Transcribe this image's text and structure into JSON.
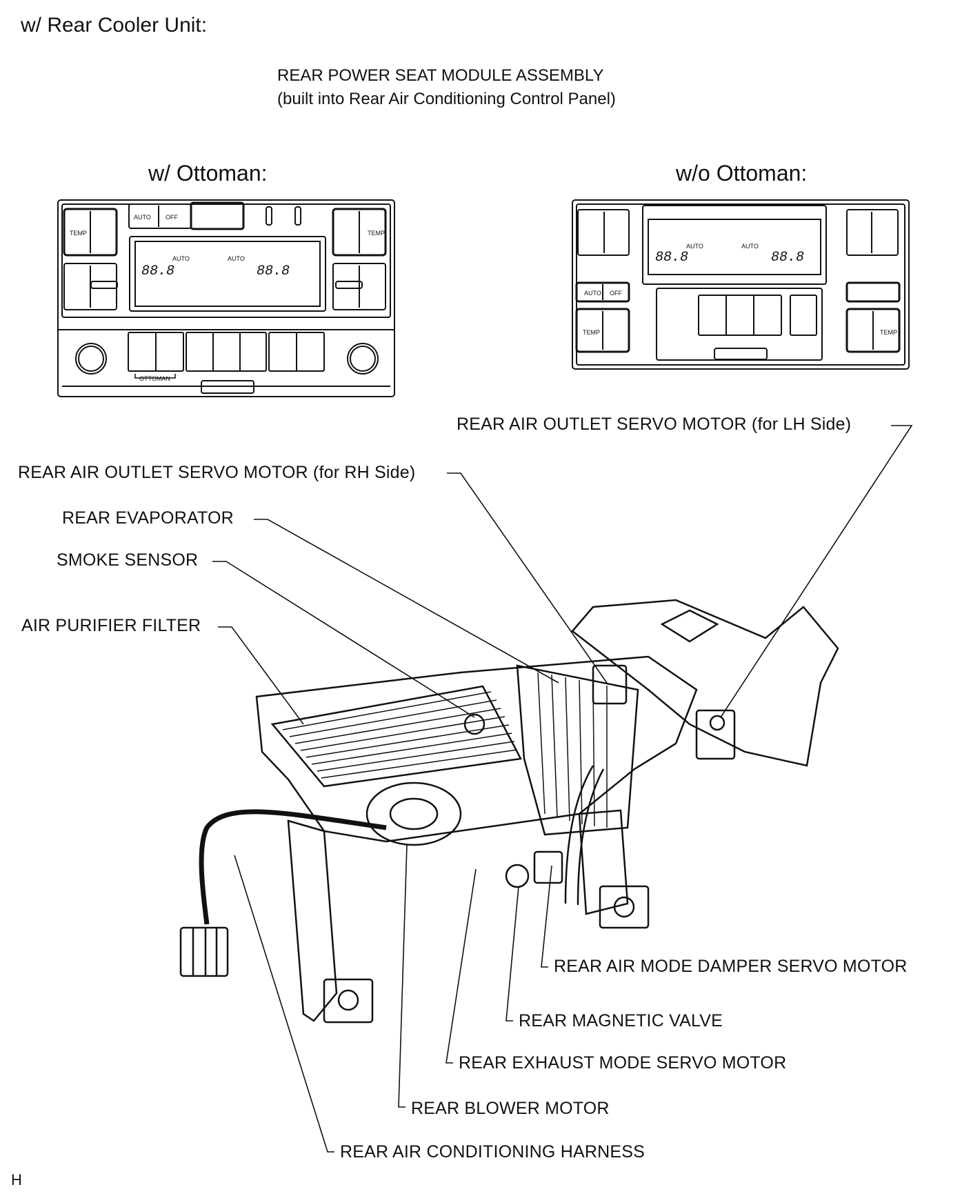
{
  "header": "w/ Rear Cooler Unit:",
  "assembly": {
    "line1": "REAR POWER SEAT MODULE ASSEMBLY",
    "line2": "(built into Rear Air Conditioning Control Panel)"
  },
  "panels": {
    "with_ottoman": {
      "title": "w/ Ottoman:",
      "auto": "AUTO",
      "off": "OFF",
      "temp": "TEMP",
      "display": "88.8",
      "display_auto": "AUTO",
      "ottoman": "OTTOMAN"
    },
    "without_ottoman": {
      "title": "w/o Ottoman:",
      "auto": "AUTO",
      "off": "OFF",
      "temp": "TEMP",
      "display": "88.8",
      "display_auto": "AUTO"
    }
  },
  "labels": {
    "lh_servo": "REAR AIR OUTLET SERVO MOTOR (for LH Side)",
    "rh_servo": "REAR AIR OUTLET SERVO MOTOR (for RH Side)",
    "evaporator": "REAR EVAPORATOR",
    "smoke_sensor": "SMOKE SENSOR",
    "air_filter": "AIR PURIFIER FILTER",
    "mode_damper": "REAR AIR MODE DAMPER SERVO MOTOR",
    "magnetic_valve": "REAR MAGNETIC VALVE",
    "exhaust_mode": "REAR EXHAUST MODE SERVO MOTOR",
    "blower": "REAR BLOWER MOTOR",
    "harness": "REAR AIR CONDITIONING HARNESS"
  },
  "code": "H"
}
